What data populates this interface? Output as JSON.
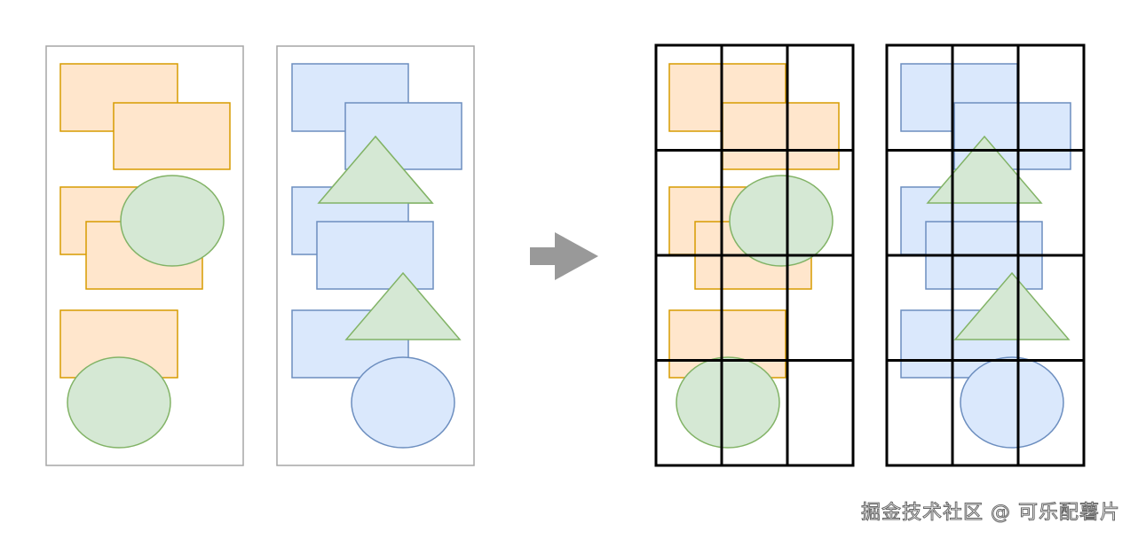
{
  "colors": {
    "orange_fill": "#ffe6cc",
    "orange_stroke": "#d79b00",
    "blue_fill": "#dae8fc",
    "blue_stroke": "#6c8ebf",
    "green_fill": "#d5e8d4",
    "green_stroke": "#82b366",
    "panel_border": "#a6a6a6",
    "grid_line": "#000000",
    "arrow": "#999999"
  },
  "diagram": {
    "panels": [
      {
        "name": "left-panel-orange",
        "grid": false
      },
      {
        "name": "left-panel-blue",
        "grid": false
      },
      {
        "name": "right-panel-orange",
        "grid": true,
        "grid_columns": 3,
        "grid_rows": 4
      },
      {
        "name": "right-panel-blue",
        "grid": true,
        "grid_columns": 3,
        "grid_rows": 4
      }
    ],
    "arrow_icon": "right-arrow-icon"
  },
  "watermark": "掘金技术社区 @ 可乐配薯片"
}
